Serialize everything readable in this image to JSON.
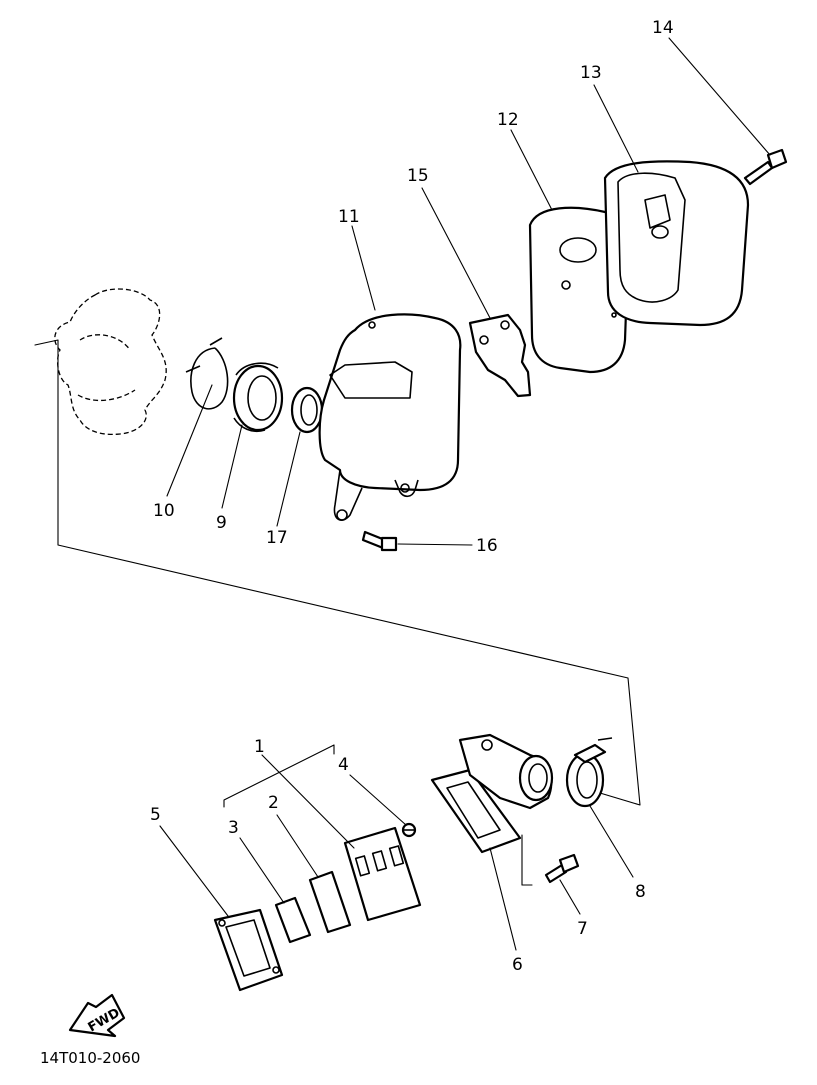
{
  "diagram": {
    "part_numbers": [
      "1",
      "2",
      "3",
      "4",
      "5",
      "6",
      "7",
      "8",
      "9",
      "10",
      "11",
      "12",
      "13",
      "14",
      "15",
      "16",
      "17"
    ],
    "fwd_label": "FWD",
    "drawing_code": "14T010-2060"
  }
}
